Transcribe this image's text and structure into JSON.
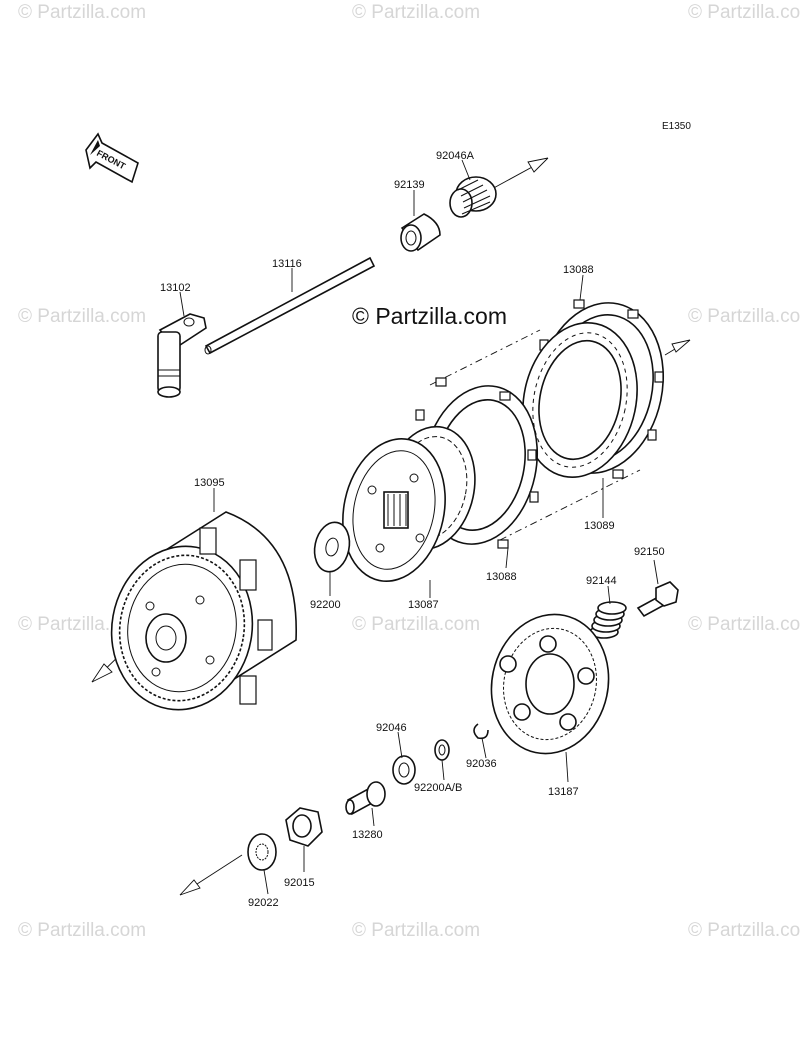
{
  "diagram_code": "E1350",
  "front_indicator": "FRONT",
  "watermarks": {
    "center_text": "© Partzilla.com",
    "repeat_text": "© Partzilla.com"
  },
  "parts": [
    {
      "id": "92046A",
      "label": "92046A"
    },
    {
      "id": "92139",
      "label": "92139"
    },
    {
      "id": "13116",
      "label": "13116"
    },
    {
      "id": "13102",
      "label": "13102"
    },
    {
      "id": "13088-top",
      "label": "13088"
    },
    {
      "id": "13089",
      "label": "13089"
    },
    {
      "id": "13088-bottom",
      "label": "13088"
    },
    {
      "id": "13095",
      "label": "13095"
    },
    {
      "id": "92200",
      "label": "92200"
    },
    {
      "id": "13087",
      "label": "13087"
    },
    {
      "id": "92150",
      "label": "92150"
    },
    {
      "id": "92144",
      "label": "92144"
    },
    {
      "id": "92046",
      "label": "92046"
    },
    {
      "id": "92200AB",
      "label": "92200A/B"
    },
    {
      "id": "92036",
      "label": "92036"
    },
    {
      "id": "13187",
      "label": "13187"
    },
    {
      "id": "13280",
      "label": "13280"
    },
    {
      "id": "92015",
      "label": "92015"
    },
    {
      "id": "92022",
      "label": "92022"
    }
  ]
}
